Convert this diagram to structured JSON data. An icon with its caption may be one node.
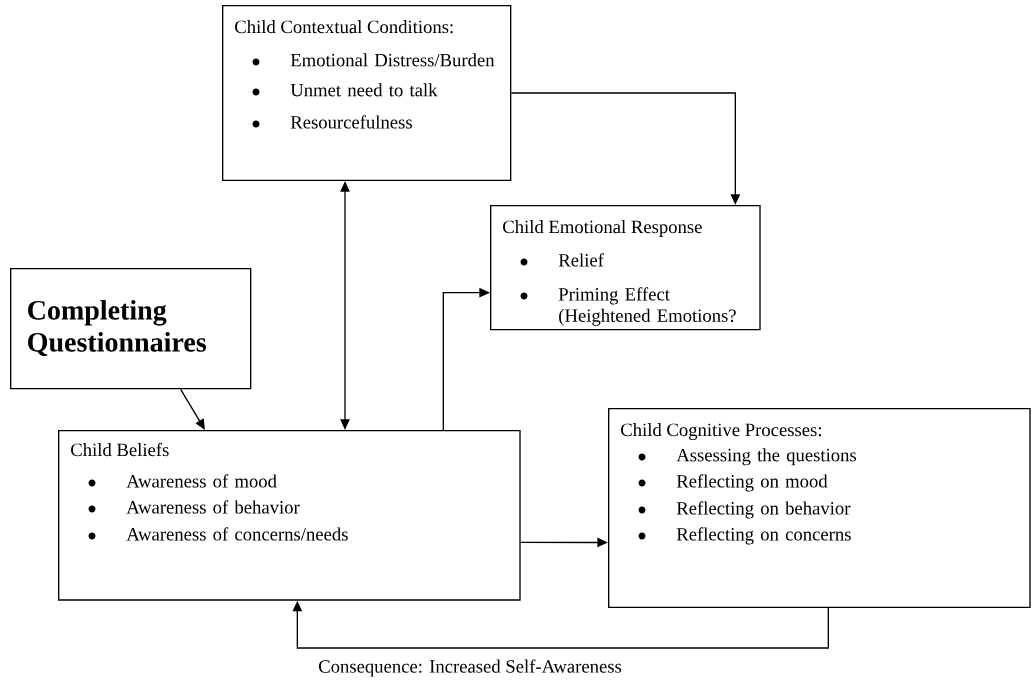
{
  "diagram": {
    "nodes": [
      {
        "text": [
          "Child Contextual Conditions:",
          "Emotional Distress/Burden",
          "Unmet need to talk",
          "Resourcefulness"
        ]
      },
      {
        "text": [
          "Child Emotional Response",
          "Relief",
          "Priming Effect (Heightened Emotions?"
        ]
      },
      {
        "text": [
          "Completing Questionnaires"
        ]
      },
      {
        "text": [
          "Child Beliefs",
          "Awareness of mood",
          "Awareness of behavior",
          "Awareness of concerns/needs"
        ]
      },
      {
        "text": [
          "Child Cognitive Processes:",
          "Assessing the questions",
          "Reflecting on mood",
          "Reflecting on behavior",
          "Reflecting on concerns"
        ]
      }
    ],
    "edges": [
      {
        "from": 0,
        "to": 1,
        "arrow": "to"
      },
      {
        "from": 0,
        "to": 3,
        "arrow": "both"
      },
      {
        "from": 2,
        "to": 3,
        "arrow": "to"
      },
      {
        "from": 3,
        "to": 1,
        "arrow": "to"
      },
      {
        "from": 3,
        "to": 4,
        "arrow": "to"
      },
      {
        "from": 4,
        "to": 3,
        "arrow": "to",
        "label": "Consequence:  Increased Self-Awareness"
      }
    ]
  }
}
